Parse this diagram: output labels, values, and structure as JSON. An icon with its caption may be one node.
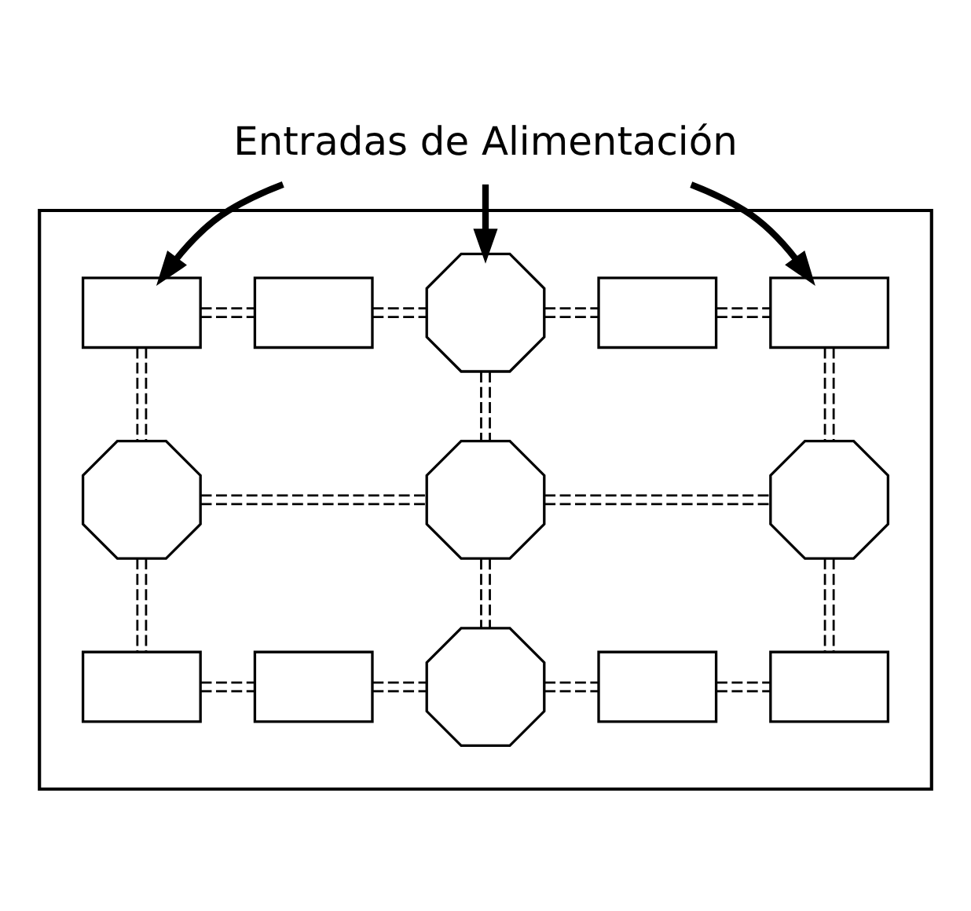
{
  "diagram": {
    "nodes": [
      {
        "text": [
          "Entradas de Alimentación"
        ]
      },
      {
        "text": [],
        "shape": "box"
      },
      {
        "text": [],
        "shape": "box",
        "in": 1
      },
      {
        "text": [],
        "shape": "box",
        "in": 1
      },
      {
        "text": [],
        "shape": "octagon",
        "in": 1
      },
      {
        "text": [],
        "shape": "box",
        "in": 1
      },
      {
        "text": [],
        "shape": "box",
        "in": 1
      },
      {
        "text": [],
        "shape": "octagon",
        "in": 1
      },
      {
        "text": [],
        "shape": "octagon",
        "in": 1
      },
      {
        "text": [],
        "shape": "octagon",
        "in": 1
      },
      {
        "text": [],
        "shape": "box",
        "in": 1
      },
      {
        "text": [],
        "shape": "box",
        "in": 1
      },
      {
        "text": [],
        "shape": "octagon",
        "in": 1
      },
      {
        "text": [],
        "shape": "box",
        "in": 1
      },
      {
        "text": [],
        "shape": "box",
        "in": 1
      }
    ],
    "edges": [
      {
        "from": 0,
        "to": 2,
        "arrow": "to",
        "style": "thick"
      },
      {
        "from": 0,
        "to": 4,
        "arrow": "to",
        "style": "thick"
      },
      {
        "from": 0,
        "to": 6,
        "arrow": "to",
        "style": "thick"
      },
      {
        "from": 2,
        "to": 3,
        "arrow": "none",
        "style": "dashed"
      },
      {
        "from": 3,
        "to": 4,
        "arrow": "none",
        "style": "dashed"
      },
      {
        "from": 4,
        "to": 5,
        "arrow": "none",
        "style": "dashed"
      },
      {
        "from": 5,
        "to": 6,
        "arrow": "none",
        "style": "dashed"
      },
      {
        "from": 7,
        "to": 8,
        "arrow": "none",
        "style": "dashed"
      },
      {
        "from": 8,
        "to": 9,
        "arrow": "none",
        "style": "dashed"
      },
      {
        "from": 10,
        "to": 11,
        "arrow": "none",
        "style": "dashed"
      },
      {
        "from": 11,
        "to": 12,
        "arrow": "none",
        "style": "dashed"
      },
      {
        "from": 12,
        "to": 13,
        "arrow": "none",
        "style": "dashed"
      },
      {
        "from": 13,
        "to": 14,
        "arrow": "none",
        "style": "dashed"
      },
      {
        "from": 2,
        "to": 7,
        "arrow": "none",
        "style": "dashed"
      },
      {
        "from": 7,
        "to": 10,
        "arrow": "none",
        "style": "dashed"
      },
      {
        "from": 4,
        "to": 8,
        "arrow": "none",
        "style": "dashed"
      },
      {
        "from": 8,
        "to": 12,
        "arrow": "none",
        "style": "dashed"
      },
      {
        "from": 6,
        "to": 9,
        "arrow": "none",
        "style": "dashed"
      },
      {
        "from": 9,
        "to": 14,
        "arrow": "none",
        "style": "dashed"
      }
    ]
  }
}
